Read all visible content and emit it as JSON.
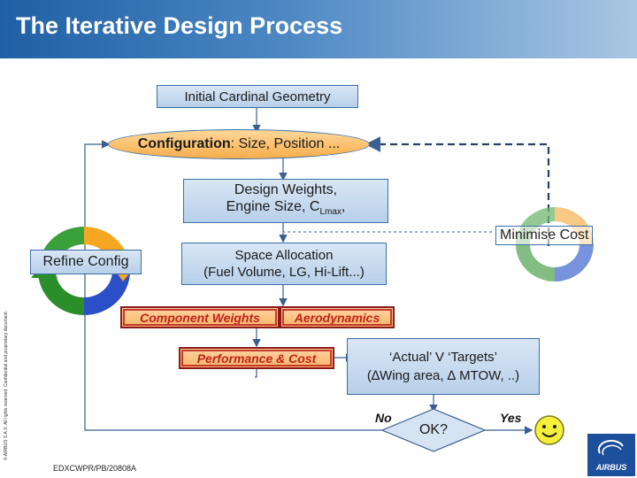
{
  "header": {
    "title": "The Iterative Design Process"
  },
  "diagram": {
    "initial_geometry": "Initial Cardinal Geometry",
    "configuration_bold": "Configuration",
    "configuration_rest": ": Size, Position ...",
    "design_weights_line1": "Design Weights,",
    "design_weights_line2": "Engine Size, C",
    "design_weights_sub": "Lmax",
    "design_weights_tail": ",",
    "minimise_cost": "Minimise Cost",
    "refine_config": "Refine Config",
    "space_allocation_line1": "Space Allocation",
    "space_allocation_line2": "(Fuel Volume, LG, Hi-Lift...)",
    "component_weights": "Component Weights",
    "aerodynamics": "Aerodynamics",
    "performance_cost": "Performance & Cost",
    "actual_targets_line1": "‘Actual’ V ‘Targets’",
    "actual_targets_line2": "(∆Wing area, ∆ MTOW, ..)",
    "ok": "OK?",
    "no": "No",
    "yes": "Yes"
  },
  "footer": {
    "reference": "EDXCWPR/PB/20808A",
    "copyright": "© AIRBUS S.A.S. All rights reserved. Confidential and proprietary document.",
    "logo_text": "AIRBUS"
  },
  "colors": {
    "header": "#1f5fa3",
    "box_border": "#3b6fa8",
    "highlight_red": "#c0211b",
    "smiley": "#f5f03a"
  }
}
